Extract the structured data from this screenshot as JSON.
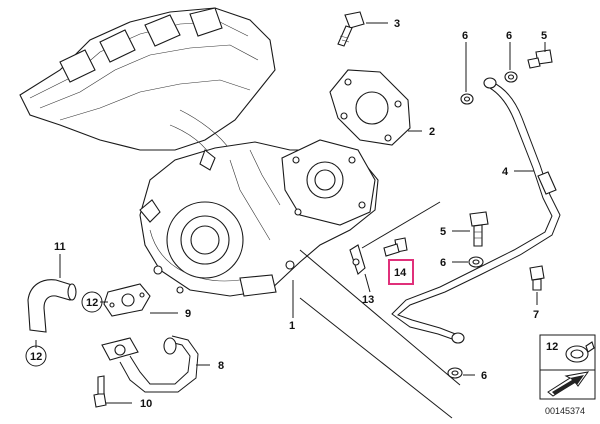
{
  "callouts": {
    "c1": "1",
    "c2": "2",
    "c3": "3",
    "c4": "4",
    "c5a": "5",
    "c5b": "5",
    "c6a": "6",
    "c6b": "6",
    "c6c": "6",
    "c6d": "6",
    "c7": "7",
    "c8": "8",
    "c9": "9",
    "c10": "10",
    "c11": "11",
    "c12a": "12",
    "c12b": "12",
    "c13": "13",
    "c14": "14"
  },
  "legend_box": {
    "label": "12"
  },
  "diagram_id": "00145374",
  "colors": {
    "highlight": "#e0307a",
    "ink": "#1a1a1a",
    "watermark": "#cfcfcf"
  },
  "icons": [
    "hose-clamp-icon",
    "direction-arrow-icon"
  ]
}
